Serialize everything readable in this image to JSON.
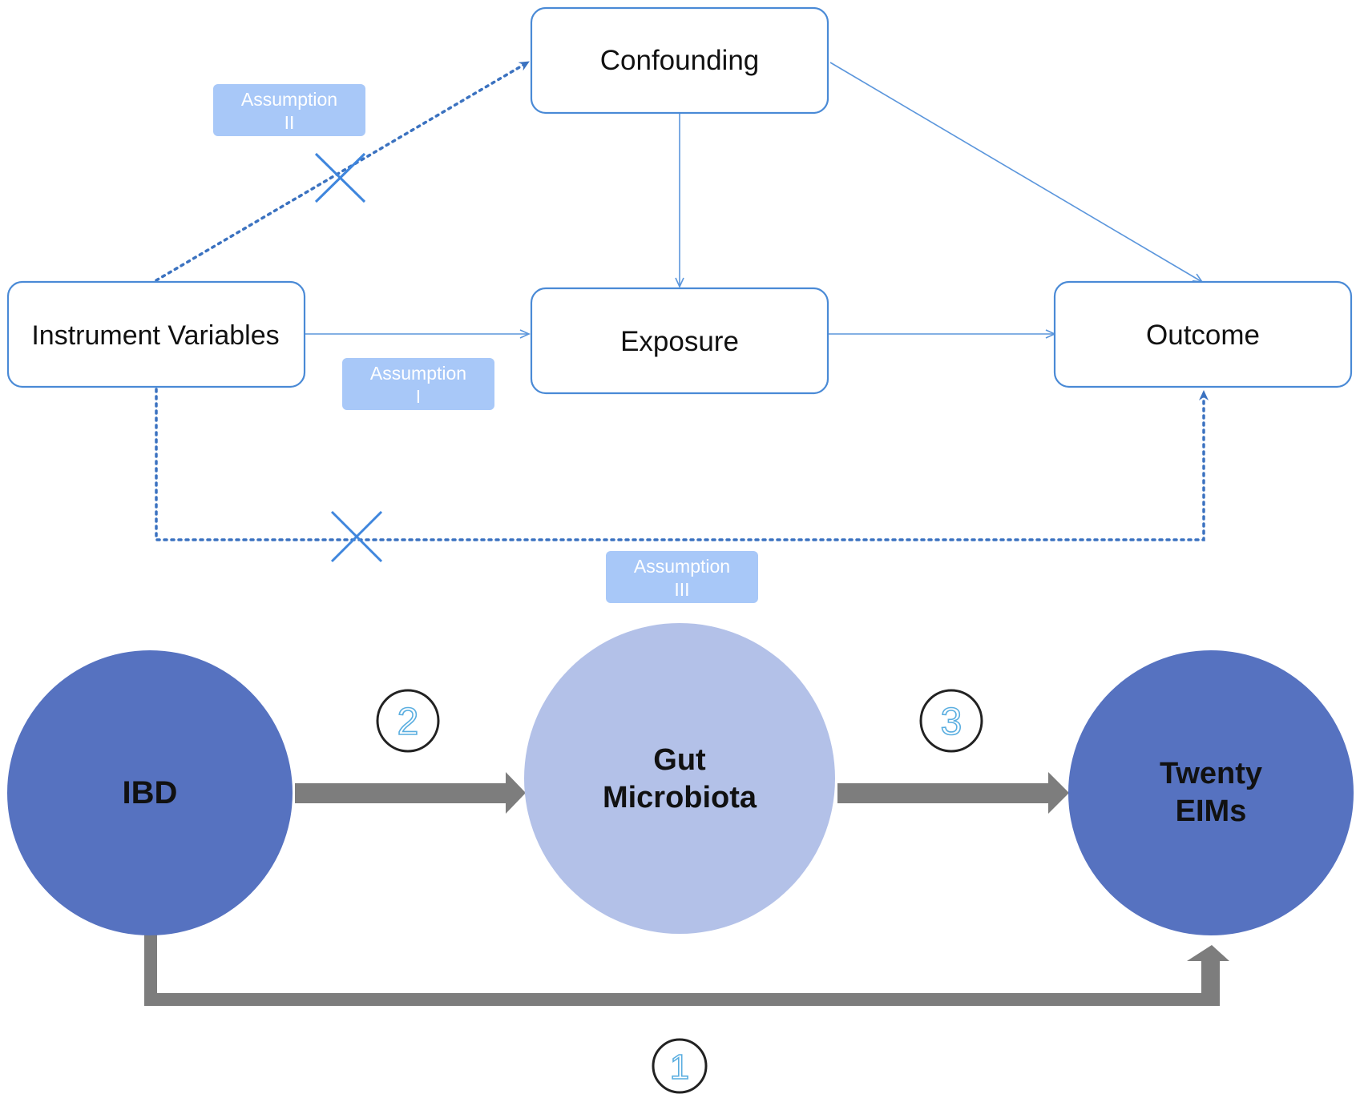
{
  "colors": {
    "box_border": "#4a8ad6",
    "line": "#5b96dc",
    "dotted": "#3b72c0",
    "badge_fill": "#a8c8f8",
    "cross": "#3f86dd",
    "dark_circle": "#5672c0",
    "light_circle": "#b3c1e8",
    "gray_arrow": "#7d7d7d",
    "number_ring": "#222222",
    "number_digit": "#5aaee0"
  },
  "icons": {
    "cross": "x-mark-icon",
    "arrowhead": "arrowhead-icon"
  },
  "top_diagram": {
    "nodes": {
      "confounding": "Confounding",
      "instrument": "Instrument Variables",
      "exposure": "Exposure",
      "outcome": "Outcome"
    },
    "assumptions": {
      "a1": {
        "line1": "Assumption",
        "line2": "I"
      },
      "a2": {
        "line1": "Assumption",
        "line2": "II"
      },
      "a3": {
        "line1": "Assumption",
        "line2": "III"
      }
    }
  },
  "bottom_diagram": {
    "ibd": "IBD",
    "gut": {
      "line1": "Gut",
      "line2": "Microbiota"
    },
    "eims": {
      "line1": "Twenty",
      "line2": "EIMs"
    },
    "paths": {
      "p1": "1",
      "p2": "2",
      "p3": "3"
    }
  }
}
